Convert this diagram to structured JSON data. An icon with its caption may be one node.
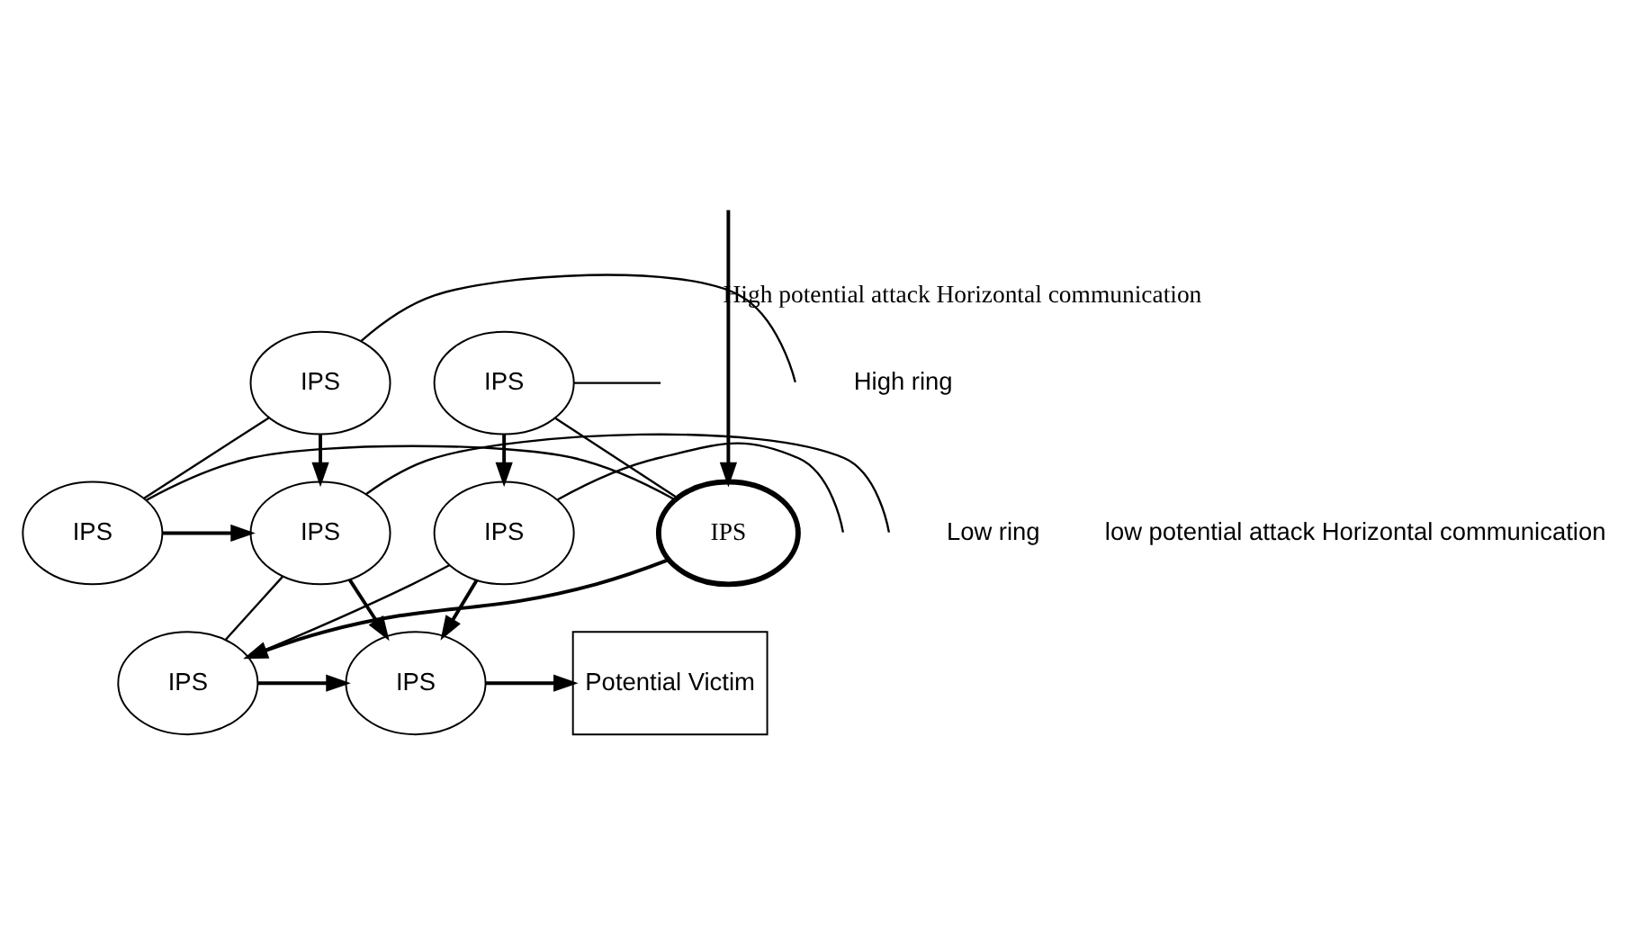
{
  "diagram": {
    "nodes": [
      {
        "text": [
          "IPS"
        ]
      },
      {
        "text": [
          "IPS"
        ]
      },
      {
        "text": [
          "IPS"
        ]
      },
      {
        "text": [
          "IPS"
        ]
      },
      {
        "text": [
          "IPS"
        ]
      },
      {
        "text": [
          "Potential Victim"
        ]
      },
      {
        "text": [
          "IPS"
        ]
      },
      {
        "text": [
          "IPS"
        ]
      },
      {
        "text": [
          "IPS"
        ]
      }
    ],
    "edges": [
      {
        "from": 0,
        "to": 2,
        "arrow": "to"
      },
      {
        "from": 1,
        "to": 2,
        "arrow": "to"
      },
      {
        "from": 2,
        "to": 3,
        "arrow": "to"
      },
      {
        "from": 3,
        "to": 5,
        "arrow": "to"
      },
      {
        "from": 4,
        "to": 3,
        "arrow": "to"
      },
      {
        "from": 7,
        "to": 3,
        "arrow": "to"
      },
      {
        "from": 8,
        "to": 7,
        "arrow": "to"
      },
      {
        "from": 6,
        "to": 4,
        "arrow": "to"
      },
      {
        "from": null,
        "to": 6,
        "arrow": "to",
        "label": "High potential attack Horizontal communication"
      },
      {
        "from": null,
        "to": 0,
        "arrow": "none"
      },
      {
        "from": 0,
        "to": 1,
        "arrow": "none"
      },
      {
        "from": 1,
        "to": 6,
        "arrow": "none"
      },
      {
        "from": null,
        "to": 2,
        "arrow": "none"
      },
      {
        "from": 2,
        "to": 4,
        "arrow": "none"
      },
      {
        "from": null,
        "to": 7,
        "arrow": "none"
      },
      {
        "from": 7,
        "to": 4,
        "arrow": "none"
      },
      {
        "from": null,
        "to": 8,
        "arrow": "none"
      },
      {
        "from": 8,
        "to": 6,
        "arrow": "none"
      }
    ],
    "labels": [
      "Low ring",
      "low potential attack Horizontal communication",
      "High ring"
    ]
  }
}
